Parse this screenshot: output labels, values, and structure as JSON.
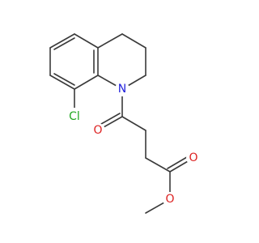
{
  "molecule": {
    "atoms": {
      "N1": {
        "symbol": "N",
        "color": "#2222dd"
      },
      "O1": {
        "symbol": "O",
        "color": "#dd2222"
      },
      "O2": {
        "symbol": "O",
        "color": "#dd2222"
      },
      "O3": {
        "symbol": "O",
        "color": "#dd2222"
      },
      "Cl1": {
        "symbol": "Cl",
        "color": "#22a822"
      }
    }
  }
}
